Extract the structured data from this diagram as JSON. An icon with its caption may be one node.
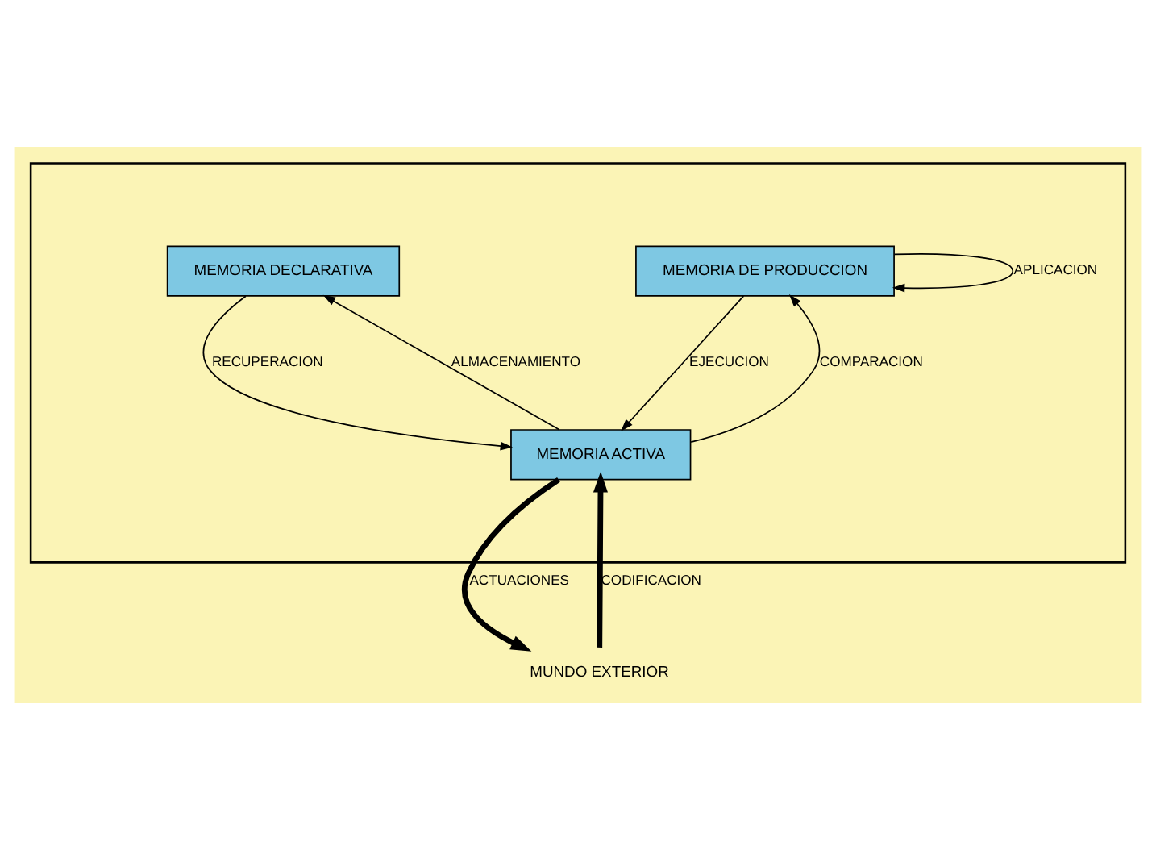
{
  "diagram": {
    "nodes": [
      {
        "text": [],
        "shape": "box"
      },
      {
        "text": [
          "MEMORIA DECLARATIVA"
        ],
        "in": 0
      },
      {
        "text": [
          "MEMORIA DE PRODUCCION"
        ],
        "in": 0
      },
      {
        "text": [
          "MEMORIA ACTIVA"
        ],
        "in": 0
      },
      {
        "text": [
          "MUNDO EXTERIOR"
        ]
      }
    ],
    "edges": [
      {
        "from": 1,
        "to": 3,
        "arrow": "to",
        "label": "RECUPERACION"
      },
      {
        "from": 3,
        "to": 1,
        "arrow": "to",
        "label": "ALMACENAMIENTO"
      },
      {
        "from": 3,
        "to": 2,
        "arrow": "to",
        "label": "COMPARACION"
      },
      {
        "from": 2,
        "to": 3,
        "arrow": "to",
        "label": "EJECUCION"
      },
      {
        "from": 2,
        "to": 2,
        "arrow": "to",
        "label": "APLICACION"
      },
      {
        "from": 4,
        "to": 3,
        "arrow": "to",
        "label": "CODIFICACION",
        "style": "thick"
      },
      {
        "from": 3,
        "to": 4,
        "arrow": "to",
        "label": "ACTUACIONES",
        "style": "thick"
      }
    ]
  }
}
